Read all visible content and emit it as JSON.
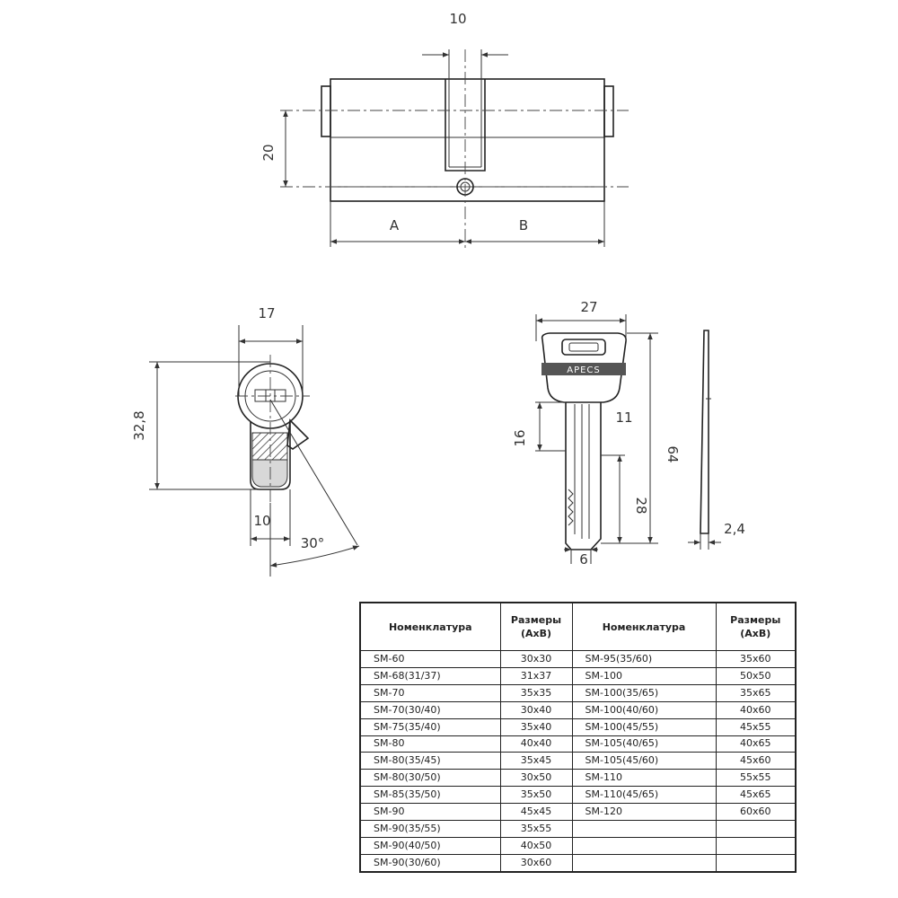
{
  "drawing": {
    "cylinder": {
      "dim_slot": "10",
      "dim_height": "20",
      "label_a": "A",
      "label_b": "B"
    },
    "profile": {
      "dim_width": "17",
      "dim_height": "32,8",
      "dim_cam": "10",
      "angle": "30°"
    },
    "key": {
      "brand": "APECS",
      "dim_head_width": "27",
      "dim_shoulder": "11",
      "dim_16": "16",
      "dim_length": "64",
      "dim_28": "28",
      "dim_tip": "6",
      "dim_thickness": "2,4"
    }
  },
  "table": {
    "headers": [
      "Номенклатура",
      "Размеры (AxB)",
      "Номенклатура",
      "Размеры (AxB)"
    ],
    "left": [
      [
        "SM-60",
        "30x30"
      ],
      [
        "SM-68(31/37)",
        "31x37"
      ],
      [
        "SM-70",
        "35x35"
      ],
      [
        "SM-70(30/40)",
        "30x40"
      ],
      [
        "SM-75(35/40)",
        "35x40"
      ],
      [
        "SM-80",
        "40x40"
      ],
      [
        "SM-80(35/45)",
        "35x45"
      ],
      [
        "SM-80(30/50)",
        "30x50"
      ],
      [
        "SM-85(35/50)",
        "35x50"
      ],
      [
        "SM-90",
        "45x45"
      ],
      [
        "SM-90(35/55)",
        "35x55"
      ],
      [
        "SM-90(40/50)",
        "40x50"
      ],
      [
        "SM-90(30/60)",
        "30x60"
      ]
    ],
    "right": [
      [
        "SM-95(35/60)",
        "35x60"
      ],
      [
        "SM-100",
        "50x50"
      ],
      [
        "SM-100(35/65)",
        "35x65"
      ],
      [
        "SM-100(40/60)",
        "40x60"
      ],
      [
        "SM-100(45/55)",
        "45x55"
      ],
      [
        "SM-105(40/65)",
        "40x65"
      ],
      [
        "SM-105(45/60)",
        "45x60"
      ],
      [
        "SM-110",
        "55x55"
      ],
      [
        "SM-110(45/65)",
        "45x65"
      ],
      [
        "SM-120",
        "60x60"
      ],
      [
        "",
        ""
      ],
      [
        "",
        ""
      ],
      [
        "",
        ""
      ]
    ]
  }
}
